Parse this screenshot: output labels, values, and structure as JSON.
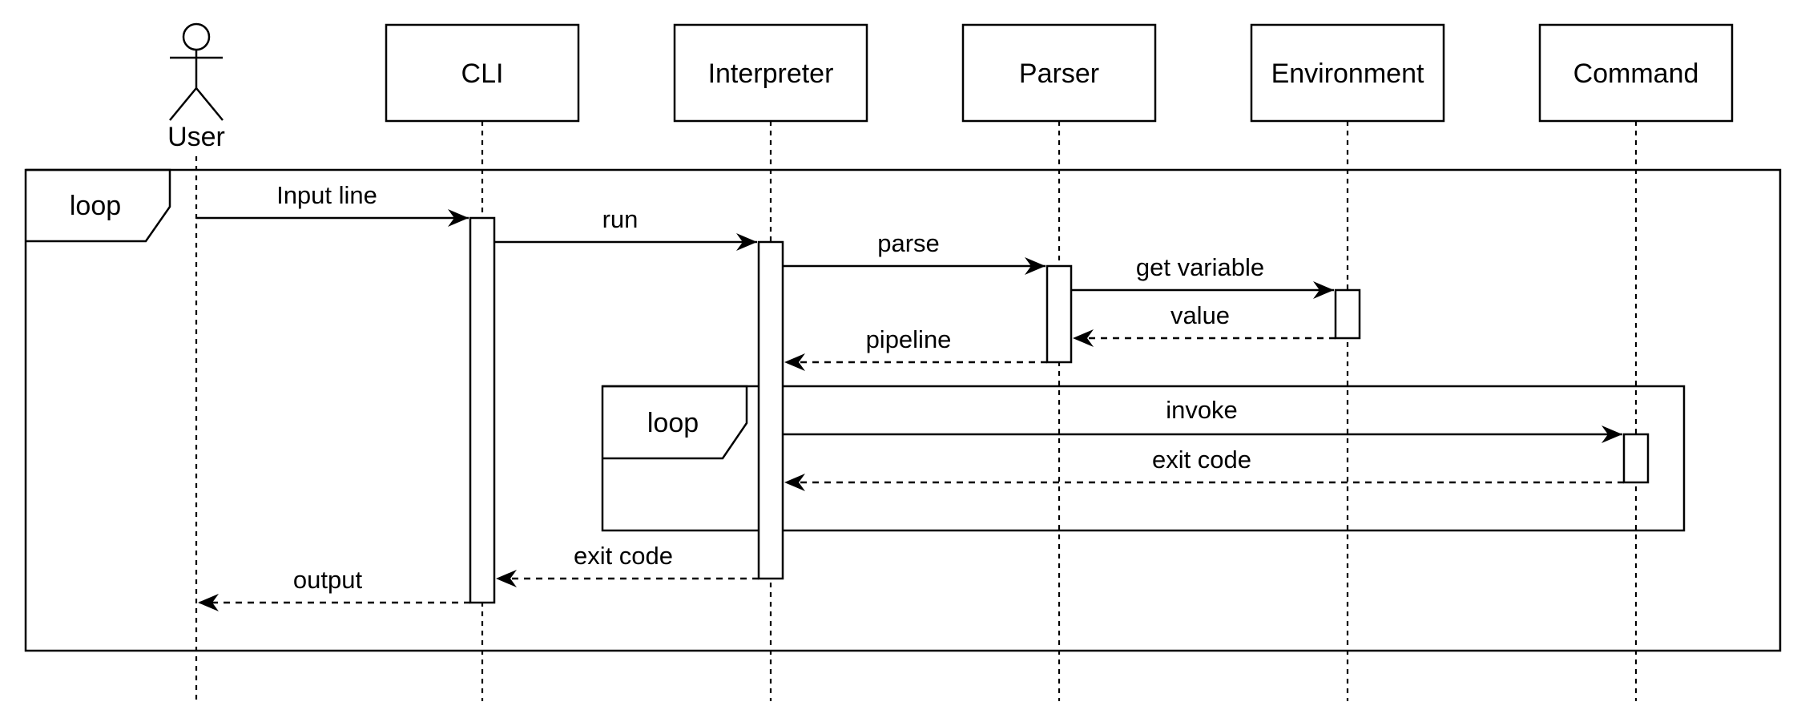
{
  "actor": {
    "label": "User"
  },
  "participants": [
    {
      "id": "cli",
      "label": "CLI"
    },
    {
      "id": "interpreter",
      "label": "Interpreter"
    },
    {
      "id": "parser",
      "label": "Parser"
    },
    {
      "id": "environment",
      "label": "Environment"
    },
    {
      "id": "command",
      "label": "Command"
    }
  ],
  "fragments": {
    "outer": {
      "label": "loop"
    },
    "inner": {
      "label": "loop"
    }
  },
  "messages": [
    {
      "id": "input-line",
      "from": "user",
      "to": "cli",
      "label": "Input line",
      "kind": "call"
    },
    {
      "id": "run",
      "from": "cli",
      "to": "interpreter",
      "label": "run",
      "kind": "call"
    },
    {
      "id": "parse",
      "from": "interpreter",
      "to": "parser",
      "label": "parse",
      "kind": "call"
    },
    {
      "id": "get-variable",
      "from": "parser",
      "to": "environment",
      "label": "get variable",
      "kind": "call"
    },
    {
      "id": "value",
      "from": "environment",
      "to": "parser",
      "label": "value",
      "kind": "return"
    },
    {
      "id": "pipeline",
      "from": "parser",
      "to": "interpreter",
      "label": "pipeline",
      "kind": "return"
    },
    {
      "id": "invoke",
      "from": "interpreter",
      "to": "command",
      "label": "invoke",
      "kind": "call"
    },
    {
      "id": "command-exit-code",
      "from": "command",
      "to": "interpreter",
      "label": "exit code",
      "kind": "return"
    },
    {
      "id": "interpreter-exit-code",
      "from": "interpreter",
      "to": "cli",
      "label": "exit code",
      "kind": "return"
    },
    {
      "id": "output",
      "from": "cli",
      "to": "user",
      "label": "output",
      "kind": "return"
    }
  ]
}
